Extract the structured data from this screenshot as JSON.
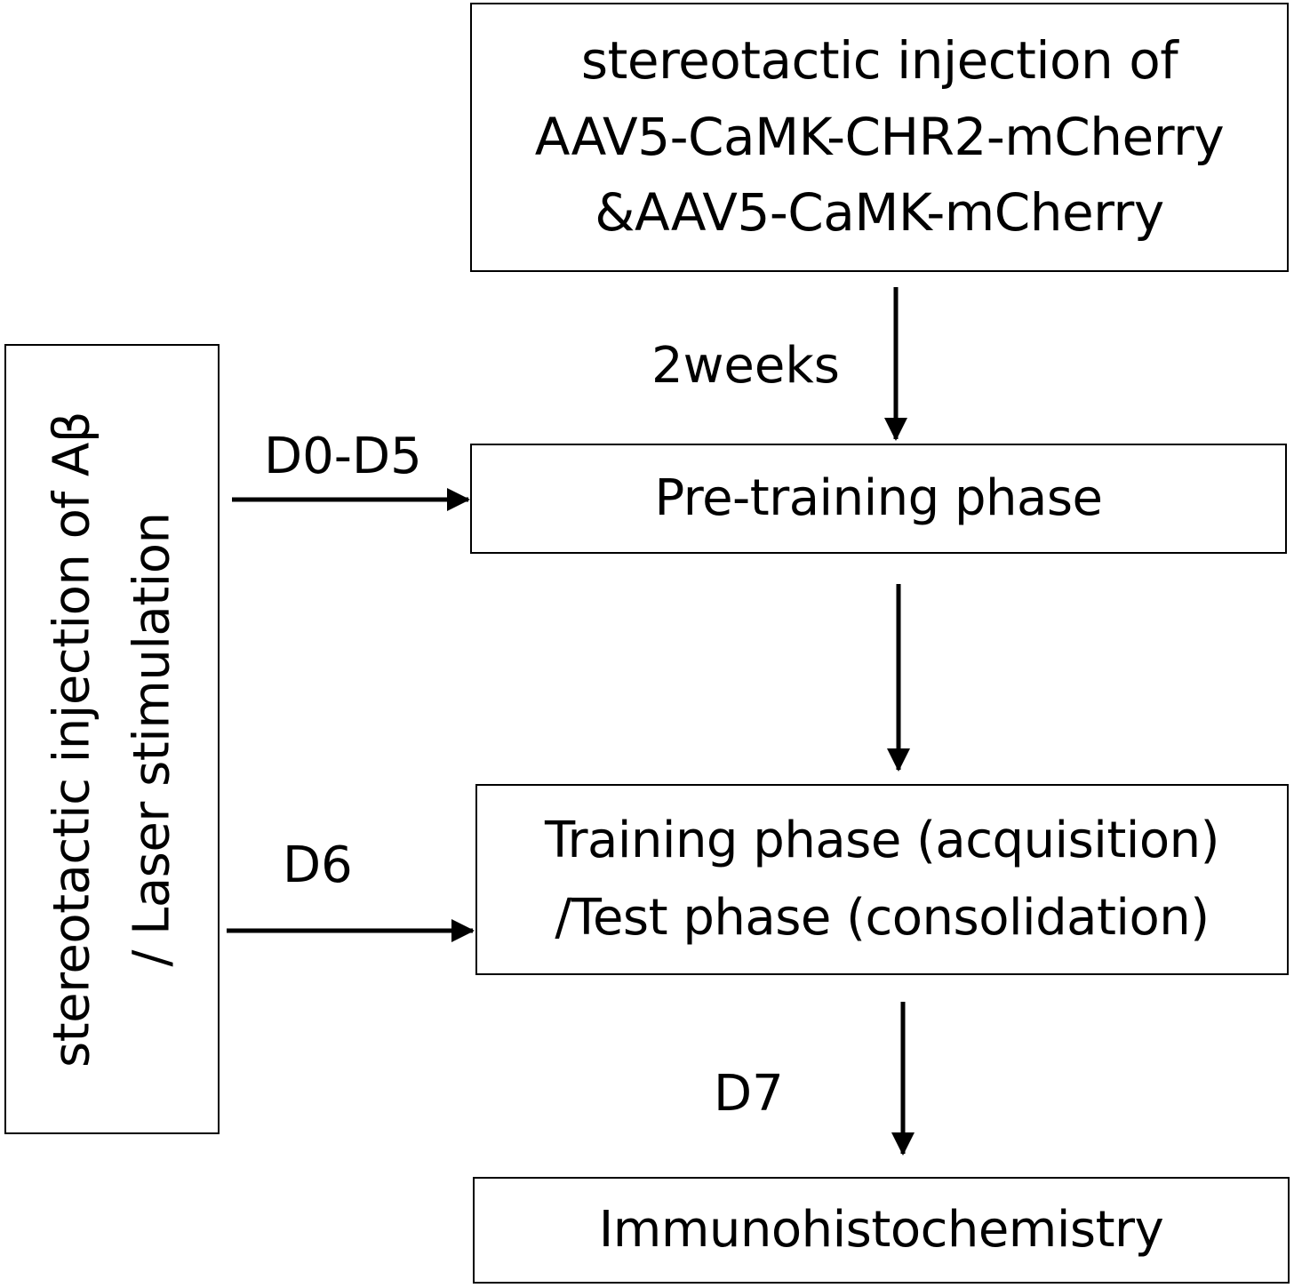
{
  "boxes": {
    "aav": {
      "lines": [
        "stereotactic injection of",
        "AAV5-CaMK-CHR2-mCherry",
        "&AAV5-CaMK-mCherry"
      ]
    },
    "pretraining": {
      "text": "Pre-training phase"
    },
    "training": {
      "lines": [
        "Training phase (acquisition)",
        "/Test phase (consolidation)"
      ]
    },
    "ihc": {
      "text": "Immunohistochemistry"
    },
    "side": {
      "lines": [
        "stereotactic injection of Aβ",
        "/ Laser stimulation"
      ]
    }
  },
  "labels": {
    "two_weeks": "2weeks",
    "d0_d5": "D0-D5",
    "d6": "D6",
    "d7": "D7"
  },
  "colors": {
    "stroke": "#000000",
    "text": "#000000",
    "background": "#ffffff"
  }
}
